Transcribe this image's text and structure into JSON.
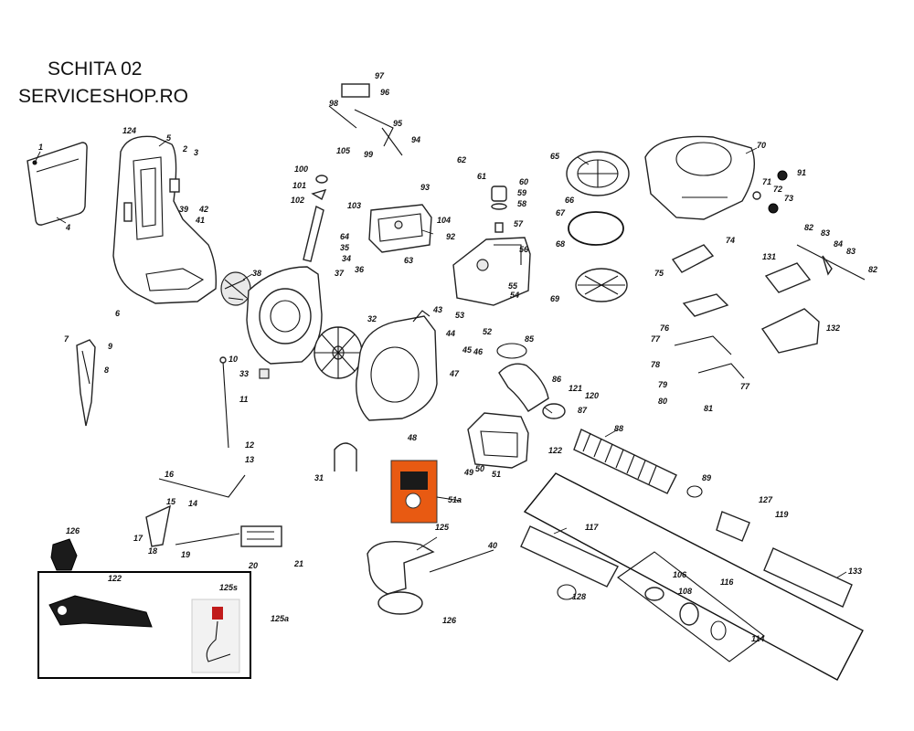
{
  "header": {
    "line1": "SCHITA 02",
    "line2": "SERVICESHOP.RO"
  },
  "callouts": {
    "c1": "1",
    "c2": "2",
    "c3": "3",
    "c4": "4",
    "c5": "5",
    "c6": "6",
    "c7": "7",
    "c8": "8",
    "c9": "9",
    "c10": "10",
    "c11": "11",
    "c12": "12",
    "c13": "13",
    "c14": "14",
    "c15": "15",
    "c16": "16",
    "c17": "17",
    "c18": "18",
    "c19": "19",
    "c20": "20",
    "c21": "21",
    "c31": "31",
    "c32": "32",
    "c33": "33",
    "c34": "34",
    "c35": "35",
    "c36": "36",
    "c37": "37",
    "c38": "38",
    "c39": "39",
    "c40": "40",
    "c41": "41",
    "c42": "42",
    "c43": "43",
    "c44": "44",
    "c45": "45",
    "c46": "46",
    "c47": "47",
    "c48": "48",
    "c49": "49",
    "c50": "50",
    "c51": "51",
    "c51a": "51a",
    "c52": "52",
    "c53": "53",
    "c54": "54",
    "c55": "55",
    "c56": "56",
    "c57": "57",
    "c58": "58",
    "c59": "59",
    "c60": "60",
    "c61": "61",
    "c62": "62",
    "c63": "63",
    "c64": "64",
    "c65": "65",
    "c66": "66",
    "c67": "67",
    "c68": "68",
    "c69": "69",
    "c70": "70",
    "c71": "71",
    "c72": "72",
    "c73": "73",
    "c74": "74",
    "c75": "75",
    "c76": "76",
    "c77": "77",
    "c78": "78",
    "c79": "79",
    "c80": "80",
    "c81": "81",
    "c82": "82",
    "c83": "83",
    "c84": "84",
    "c85": "85",
    "c86": "86",
    "c87": "87",
    "c88": "88",
    "c89": "89",
    "c91": "91",
    "c92": "92",
    "c93": "93",
    "c94": "94",
    "c95": "95",
    "c96": "96",
    "c97": "97",
    "c98": "98",
    "c99": "99",
    "c100": "100",
    "c101": "101",
    "c102": "102",
    "c103": "103",
    "c104": "104",
    "c105": "105",
    "c106": "106",
    "c108": "108",
    "c114": "114",
    "c116": "116",
    "c117": "117",
    "c119": "119",
    "c120": "120",
    "c121": "121",
    "c122": "122",
    "c124": "124",
    "c125": "125",
    "c125a": "125a",
    "c125s": "125s",
    "c126": "126",
    "c127": "127",
    "c128": "128",
    "c131": "131",
    "c132": "132",
    "c133": "133"
  }
}
